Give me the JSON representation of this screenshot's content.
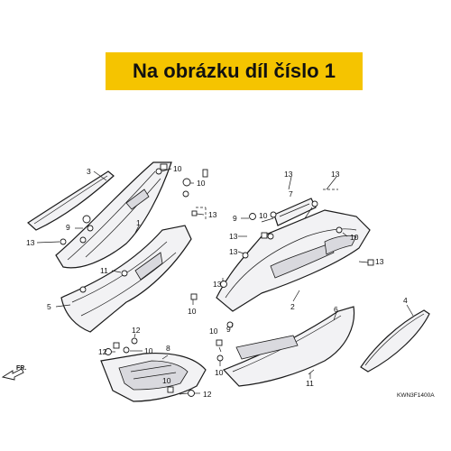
{
  "banner": {
    "text": "Na obrázku díl číslo 1",
    "color": "#f5c400"
  },
  "diagram": {
    "code": "KWN3F1400A",
    "direction_label": "FR.",
    "callouts": [
      "1",
      "2",
      "3",
      "4",
      "5",
      "6",
      "7",
      "8",
      "9",
      "10",
      "11",
      "12",
      "13"
    ]
  }
}
